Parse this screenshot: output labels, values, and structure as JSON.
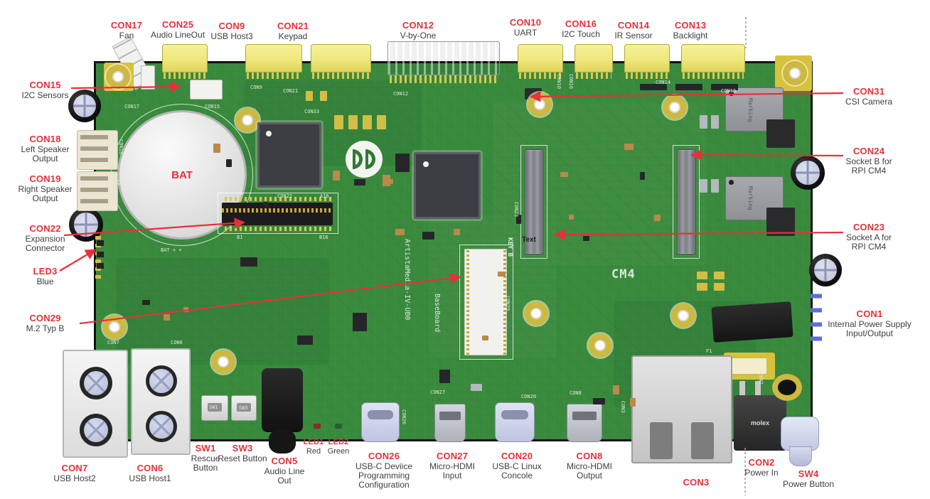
{
  "colors": {
    "label_red": "#e6303a",
    "label_text": "#3f3f3f",
    "pcb_green": "#3a8a3e",
    "connector_yellow": "#efe87d",
    "connector_lavender": "#c7cce4",
    "silkscreen_white": "#e0eae0"
  },
  "callouts": {
    "top": [
      {
        "id": "CON17",
        "desc": "Fan"
      },
      {
        "id": "CON25",
        "desc": "Audio LineOut"
      },
      {
        "id": "CON9",
        "desc": "USB Host3"
      },
      {
        "id": "CON21",
        "desc": "Keypad"
      },
      {
        "id": "CON12",
        "desc": "V-by-One"
      },
      {
        "id": "CON10",
        "desc": "UART"
      },
      {
        "id": "CON16",
        "desc": "I2C Touch"
      },
      {
        "id": "CON14",
        "desc": "IR Sensor"
      },
      {
        "id": "CON13",
        "desc": "Backlight"
      }
    ],
    "left": [
      {
        "id": "CON15",
        "desc": "I2C Sensors"
      },
      {
        "id": "CON18",
        "desc": "Left Speaker Output"
      },
      {
        "id": "CON19",
        "desc": "Right Speaker Output"
      },
      {
        "id": "CON22",
        "desc": "Expansion Connector"
      },
      {
        "id": "LED3",
        "desc": "Blue"
      },
      {
        "id": "CON29",
        "desc": "M.2 Typ B"
      }
    ],
    "right": [
      {
        "id": "CON31",
        "desc": "CSI Camera"
      },
      {
        "id": "CON24",
        "desc": "Socket B for RPI CM4"
      },
      {
        "id": "CON23",
        "desc": "Socket A for RPI CM4"
      },
      {
        "id": "CON1",
        "desc": "Internal Power Supply Input/Output"
      }
    ],
    "bottom": [
      {
        "id": "CON7",
        "desc": "USB Host2"
      },
      {
        "id": "CON6",
        "desc": "USB Host1"
      },
      {
        "id": "SW1",
        "desc": "Rescue Button"
      },
      {
        "id": "SW3",
        "desc": "Reset Button"
      },
      {
        "id": "CON5",
        "desc": "Audio Line Out"
      },
      {
        "id": "LED1",
        "desc": "Red"
      },
      {
        "id": "LED2",
        "desc": "Green"
      },
      {
        "id": "CON26",
        "desc": "USB-C Deviice Programming Configuration"
      },
      {
        "id": "CON27",
        "desc": "Micro-HDMI Input"
      },
      {
        "id": "CON20",
        "desc": "USB-C Linux Concole"
      },
      {
        "id": "CON8",
        "desc": "Micro-HDMI Output"
      },
      {
        "id": "CON3",
        "desc": ""
      },
      {
        "id": "CON2",
        "desc": "Power In"
      },
      {
        "id": "SW4",
        "desc": "Power Button"
      }
    ]
  },
  "board": {
    "bat": "BAT",
    "cm4": "CM4",
    "key_b": "KEY B",
    "text_label": "Text",
    "name_line1": "ArtistaMedia-IV-UB0",
    "name_line2": "BaseBoard",
    "marking": "Marking",
    "molex": "molex",
    "silkscreen": {
      "con17": "CON17",
      "con15": "CON15",
      "con9": "CON9",
      "con21": "CON21",
      "con33": "CON33",
      "con12": "CON12",
      "con13": "CON13",
      "con10": "CON10",
      "con16": "CON16",
      "con14": "CON14",
      "con18": "CON18",
      "con19": "19",
      "a1": "A1",
      "a16": "A16",
      "b1": "B1",
      "b16": "B16",
      "con22": "CON22",
      "bat_polarity": "BAT + +",
      "con23": "CON23",
      "con29": "CON29",
      "f1": "F1",
      "con2": "CON2",
      "con3": "CON3",
      "con26": "CON26",
      "con27": "CON27",
      "con20": "CON20",
      "con8": "CON8",
      "con7": "CON7",
      "con6": "CON6",
      "sw1": "SW1",
      "sw3": "SW3"
    }
  }
}
